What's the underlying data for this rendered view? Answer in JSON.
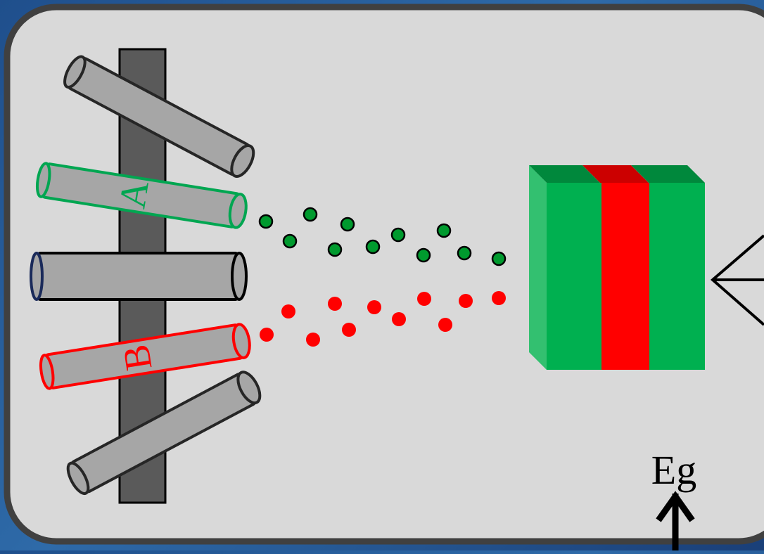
{
  "labels": {
    "source_a": "A",
    "source_b": "B",
    "energy": "Eg"
  },
  "colors": {
    "frame_fill": "#d9d9d9",
    "frame_stroke": "#404040",
    "holder": "#5a5a5a",
    "tube_fill": "#a6a6a6",
    "source_a": "#00a651",
    "source_b": "#ff0000",
    "dot_a": "#009a2e",
    "dot_b": "#ff0000",
    "layer_green": "#00b050",
    "layer_green_side": "#33c070",
    "layer_green_top": "#00883c",
    "layer_red": "#ff0000",
    "layer_red_top": "#cc0000"
  },
  "layers": [
    "green",
    "red",
    "green"
  ]
}
